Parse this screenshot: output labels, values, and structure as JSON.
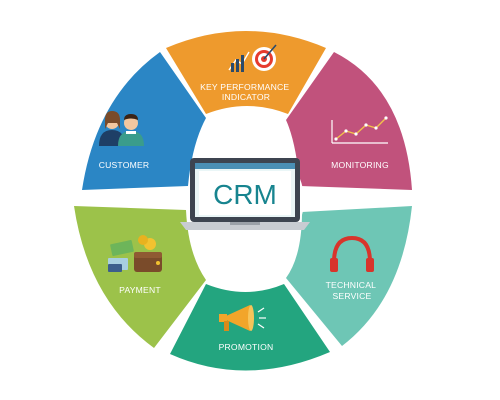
{
  "center": {
    "title": "CRM"
  },
  "segments": [
    {
      "id": "kpi",
      "label_lines": [
        "KEY PERFORMANCE",
        "INDICATOR"
      ],
      "color": "#ee9a2d",
      "icon": "target-with-arrow-icon"
    },
    {
      "id": "monitoring",
      "label_lines": [
        "MONITORING"
      ],
      "color": "#c1527c",
      "icon": "line-chart-icon"
    },
    {
      "id": "technical-service",
      "label_lines": [
        "TECHNICAL",
        "SERVICE"
      ],
      "color": "#6ec6b5",
      "icon": "headphones-icon"
    },
    {
      "id": "promotion",
      "label_lines": [
        "PROMOTION"
      ],
      "color": "#23a57f",
      "icon": "megaphone-icon"
    },
    {
      "id": "payment",
      "label_lines": [
        "PAYMENT"
      ],
      "color": "#9cc24a",
      "icon": "wallet-money-icon"
    },
    {
      "id": "customer",
      "label_lines": [
        "CUSTOMER"
      ],
      "color": "#2b86c5",
      "icon": "people-icon"
    }
  ]
}
